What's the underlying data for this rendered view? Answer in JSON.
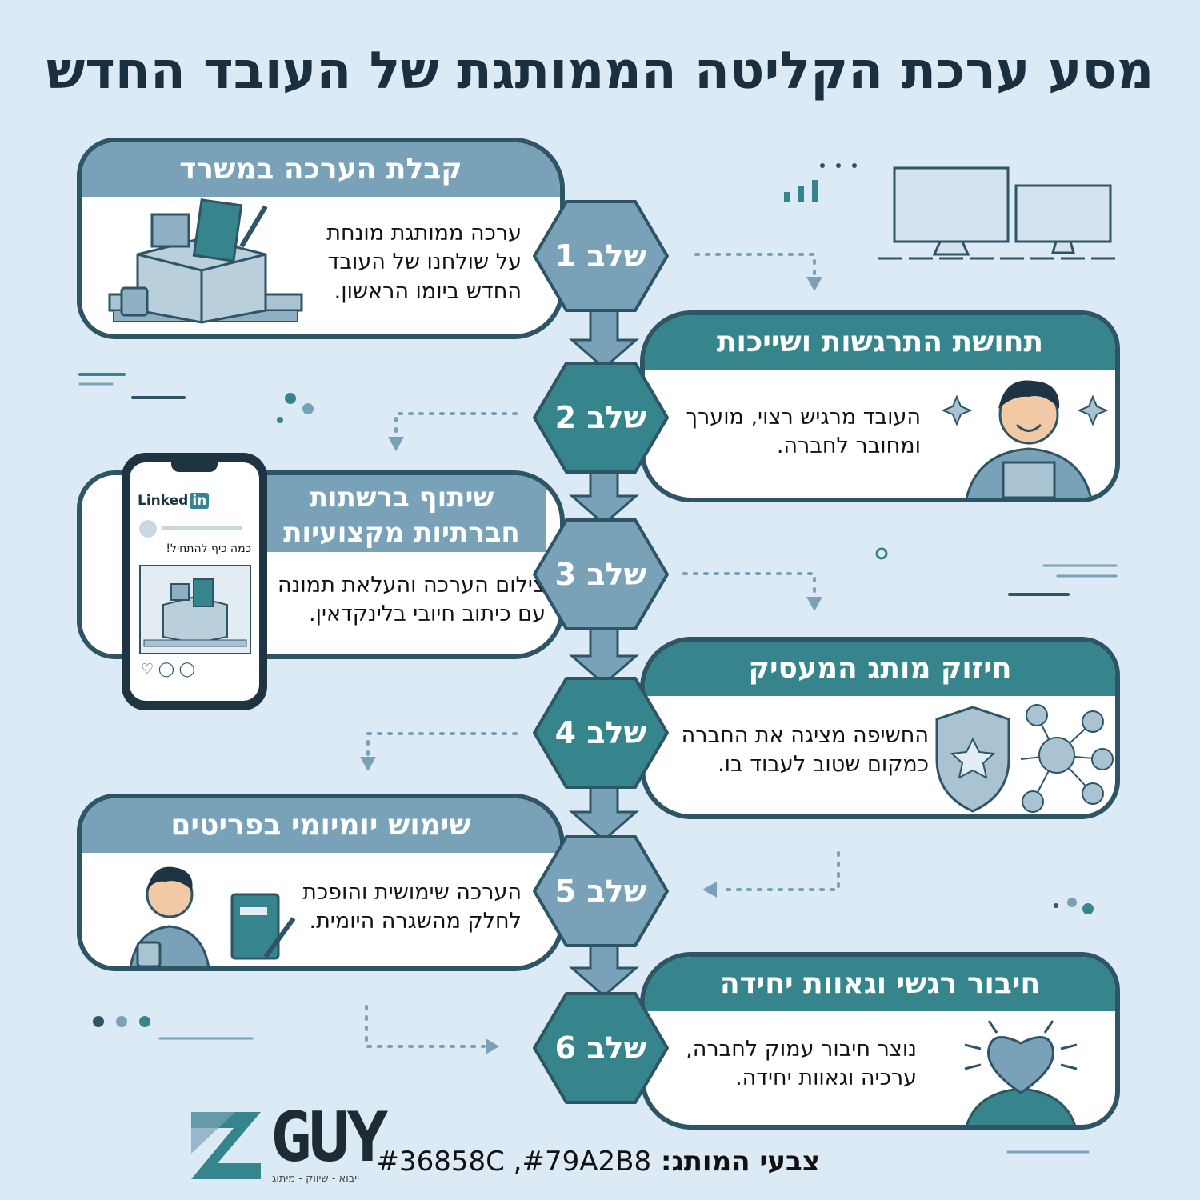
{
  "title": "מסע ערכת הקליטה הממותגת של העובד החדש",
  "steps": [
    {
      "label": "שלב 1",
      "heading": "קבלת הערכה במשרד",
      "text": "ערכה ממותגת מונחת על שולחנו של העובד החדש ביומו הראשון."
    },
    {
      "label": "שלב 2",
      "heading": "תחושת התרגשות ושייכות",
      "text": "העובד מרגיש רצוי, מוערך ומחובר לחברה."
    },
    {
      "label": "שלב 3",
      "heading_line1": "שיתוף ברשתות",
      "heading_line2": "חברתיות מקצועיות",
      "text": "צילום הערכה והעלאת תמונה עם כיתוב חיובי בלינקדאין."
    },
    {
      "label": "שלב 4",
      "heading": "חיזוק מותג המעסיק",
      "text": "החשיפה מציגה את החברה כמקום שטוב לעבוד בו."
    },
    {
      "label": "שלב 5",
      "heading": "שימוש יומיומי בפריטים",
      "text": "הערכה שימושית והופכת לחלק מהשגרה היומית."
    },
    {
      "label": "שלב 6",
      "heading": "חיבור רגשי וגאוות יחידה",
      "text": "נוצר חיבור עמוק לחברה, ערכיה וגאוות יחידה."
    }
  ],
  "phone": {
    "app": "Linked",
    "app_badge": "in",
    "post_text": "כמה כיף להתחיל!"
  },
  "logo": {
    "name": "GUY",
    "tagline": "ייבוא - שיווק - מיתוג"
  },
  "brand_colors_label": "צבעי המותג:",
  "brand_colors": "#36858C ,#79A2B8",
  "colors": {
    "primary": "#36858C",
    "secondary": "#79A2B8",
    "dark": "#2d5566",
    "background": "#dceaf5"
  }
}
